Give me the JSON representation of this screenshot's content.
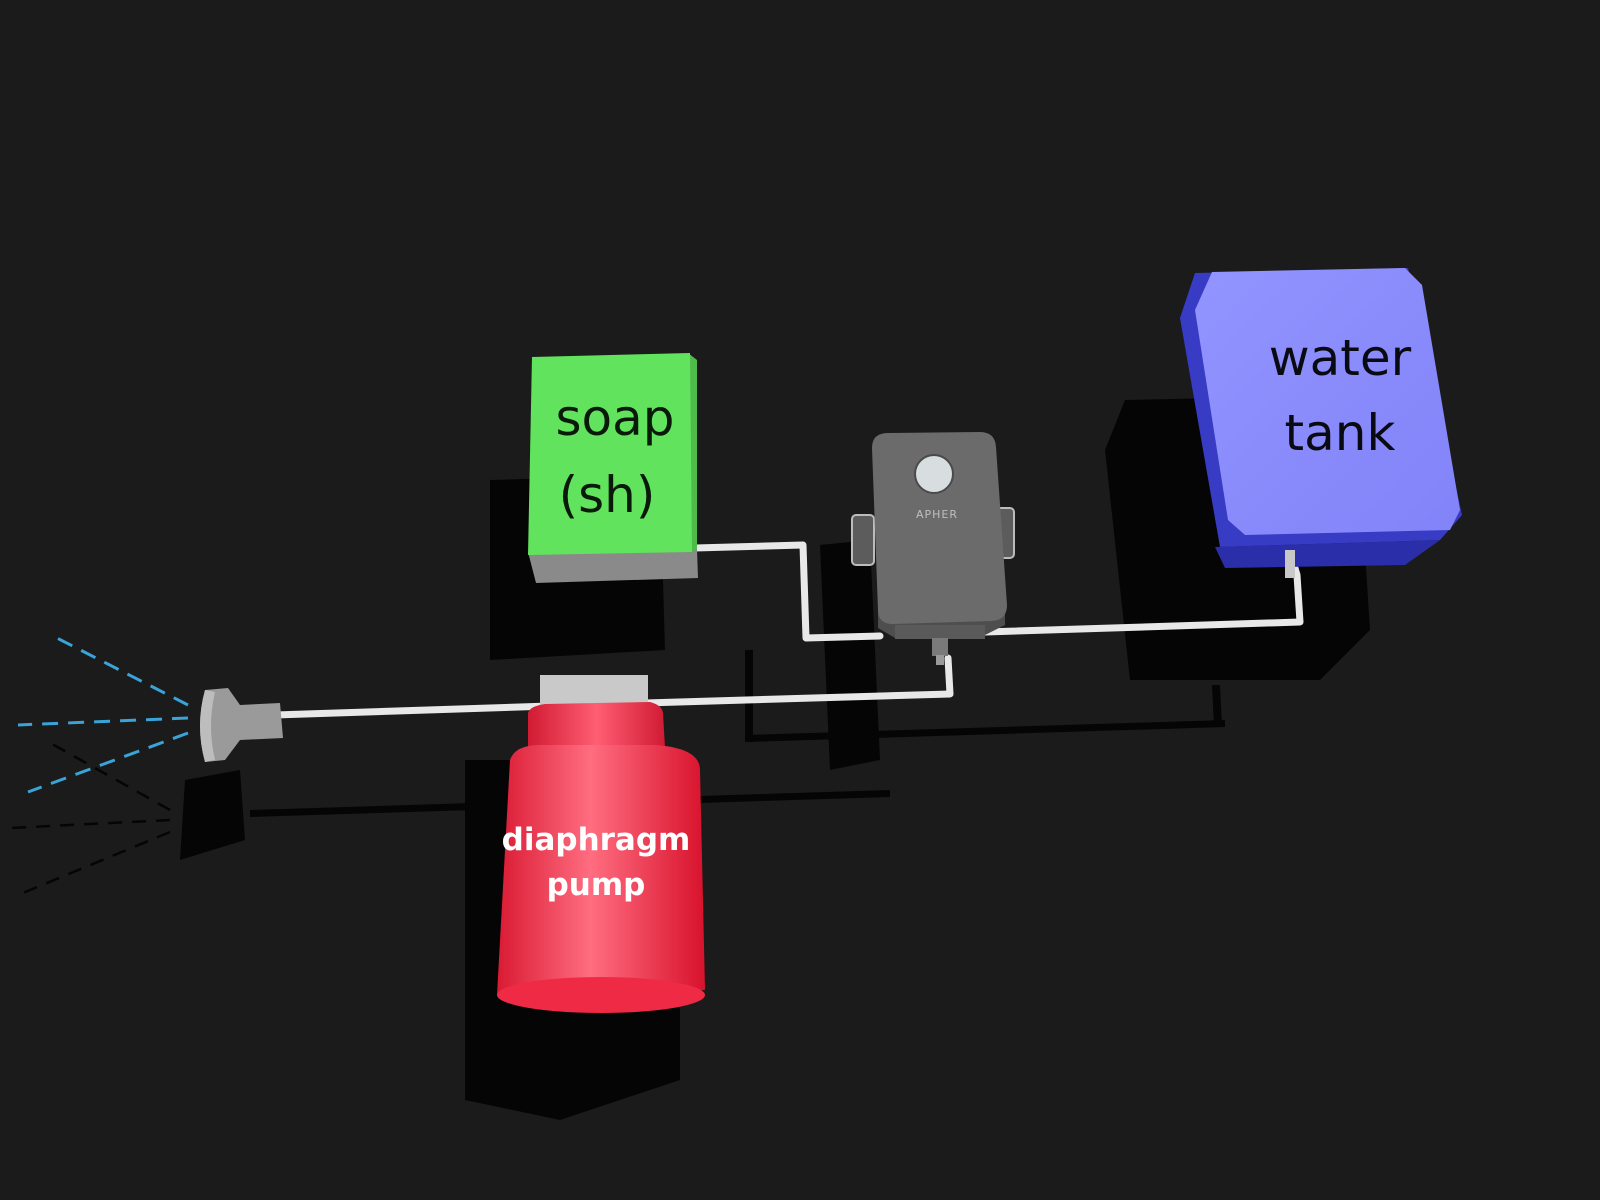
{
  "diagram": {
    "water_tank": {
      "line1": "water",
      "line2": "tank",
      "color": "#8a8cff"
    },
    "soap": {
      "line1": "soap",
      "line2": "(sh)",
      "color": "#62e35e"
    },
    "pump": {
      "line1": "diaphragm",
      "line2": "pump",
      "color": "#ff3a52"
    },
    "controller": {
      "brand": "APHER",
      "color": "#6b6b6b"
    },
    "nozzle": {
      "color": "#9a9a9a"
    },
    "spray": {
      "color": "#3aa3d8"
    },
    "pipe_color": "#e8e8e8",
    "background": "#1b1b1b"
  }
}
